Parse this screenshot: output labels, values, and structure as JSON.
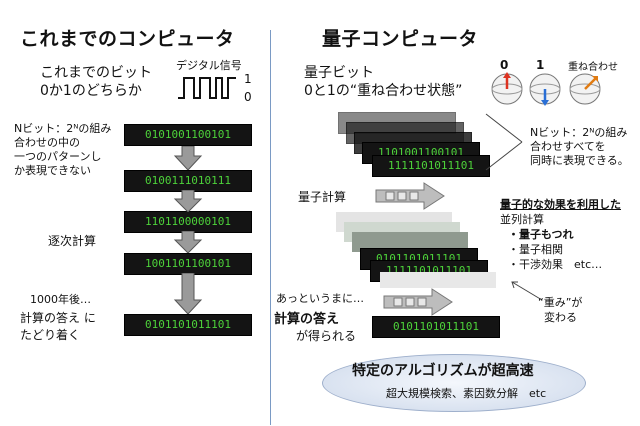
{
  "left": {
    "title": "これまでのコンピュータ",
    "bit_line1": "これまでのビット",
    "bit_line2": "0か1のどちらか",
    "signal_label": "デジタル信号",
    "signal_high": "1",
    "signal_low": "0",
    "nbits_line1": "Nビット：2ᴺの組み",
    "nbits_line2": "合わせの中の",
    "nbits_line3": "一つのパターンし",
    "nbits_line4": "か表現できない",
    "sequential": "逐次計算",
    "years_later": "1000年後…",
    "answer_line1": "計算の答え に",
    "answer_line2": "たどり着く",
    "binaries": [
      "0101001100101",
      "0100111010111",
      "1101100000101",
      "1001101100101",
      "0101101011101"
    ]
  },
  "right": {
    "title": "量子コンピュータ",
    "qbit_line1": "量子ビット",
    "qbit_line2": "0と1の“重ね合わせ状態”",
    "sphere_0": "0",
    "sphere_1": "1",
    "sphere_super": "重ね合わせ",
    "stack_binaries": [
      "1101001100101",
      "1111101011101"
    ],
    "nbits_line1": "Nビット：2ᴺの組み",
    "nbits_line2": "合わせすべてを",
    "nbits_line3": "同時に表現できる。",
    "quantum_calc": "量子計算",
    "effect_line1": "量子的な効果を利用した",
    "effect_line2": "並列計算",
    "effect_items": [
      "・量子もつれ",
      "・量子相関",
      "・干渉効果　etc…"
    ],
    "result_binaries": [
      "0101101011101",
      "1111101011101"
    ],
    "instant": "あっというまに…",
    "answer_line1": "計算の答え",
    "answer_line2": "が得られる",
    "final_binary": "0101101011101",
    "weight_line1": "“重み”が",
    "weight_line2": "変わる",
    "ellipse_main": "特定のアルゴリズムが超高速",
    "ellipse_sub": "超大規模検索、素因数分解　etc"
  }
}
